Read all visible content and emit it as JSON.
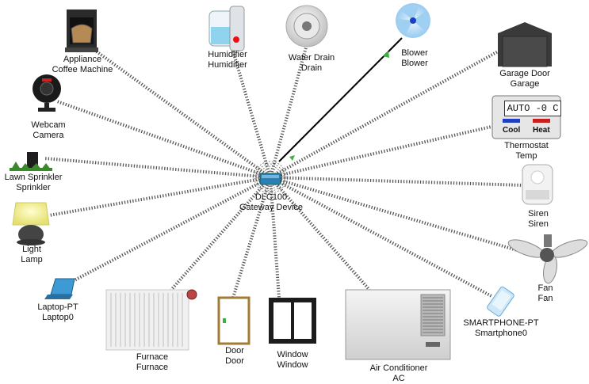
{
  "gateway": {
    "type": "DLC100",
    "name": "Gateway Device"
  },
  "devices": [
    {
      "id": "coffee",
      "type": "Appliance",
      "name": "Coffee Machine",
      "icon": "coffee-machine-icon",
      "link": "wireless"
    },
    {
      "id": "humidifier",
      "type": "Humidifier",
      "name": "Humidifier",
      "icon": "humidifier-icon",
      "link": "wireless"
    },
    {
      "id": "drain",
      "type": "Water Drain",
      "name": "Drain",
      "icon": "water-drain-icon",
      "link": "wireless"
    },
    {
      "id": "blower",
      "type": "Blower",
      "name": "Blower",
      "icon": "blower-icon",
      "link": "wired"
    },
    {
      "id": "garage",
      "type": "Garage Door",
      "name": "Garage",
      "icon": "garage-door-icon",
      "link": "wireless"
    },
    {
      "id": "webcam",
      "type": "Webcam",
      "name": "Camera",
      "icon": "webcam-icon",
      "link": "wireless"
    },
    {
      "id": "thermostat",
      "type": "Thermostat",
      "name": "Temp",
      "icon": "thermostat-icon",
      "link": "wireless"
    },
    {
      "id": "sprinkler",
      "type": "Lawn Sprinkler",
      "name": "Sprinkler",
      "icon": "sprinkler-icon",
      "link": "wireless"
    },
    {
      "id": "siren",
      "type": "Siren",
      "name": "Siren",
      "icon": "siren-icon",
      "link": "wireless"
    },
    {
      "id": "lamp",
      "type": "Light",
      "name": "Lamp",
      "icon": "lamp-icon",
      "link": "wireless"
    },
    {
      "id": "fan",
      "type": "Fan",
      "name": "Fan",
      "icon": "ceiling-fan-icon",
      "link": "wireless"
    },
    {
      "id": "laptop",
      "type": "Laptop-PT",
      "name": "Laptop0",
      "icon": "laptop-icon",
      "link": "wireless"
    },
    {
      "id": "furnace",
      "type": "Furnace",
      "name": "Furnace",
      "icon": "furnace-icon",
      "link": "wireless"
    },
    {
      "id": "door",
      "type": "Door",
      "name": "Door",
      "icon": "door-icon",
      "link": "wireless"
    },
    {
      "id": "window",
      "type": "Window",
      "name": "Window",
      "icon": "window-icon",
      "link": "wireless"
    },
    {
      "id": "ac",
      "type": "Air Conditioner",
      "name": "AC",
      "icon": "air-conditioner-icon",
      "link": "wireless"
    },
    {
      "id": "smartphone",
      "type": "SMARTPHONE-PT",
      "name": "Smartphone0",
      "icon": "smartphone-icon",
      "link": "wireless"
    }
  ],
  "thermostat_panel": {
    "display": "AUTO  -0 C",
    "cool_label": "Cool",
    "heat_label": "Heat"
  },
  "colors": {
    "link_ok": "#3cb043",
    "wireless_link": "#555555",
    "gateway": "#2b7fb3",
    "cool": "#1f3fbf",
    "heat": "#c81e1e"
  }
}
